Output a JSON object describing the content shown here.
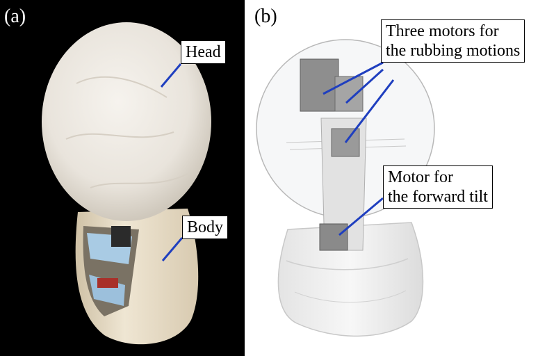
{
  "panels": {
    "a": {
      "label": "(a)",
      "callouts": {
        "head": "Head",
        "body": "Body"
      }
    },
    "b": {
      "label": "(b)",
      "callouts": {
        "motors_line1": "Three motors for",
        "motors_line2": "the rubbing motions",
        "tilt_line1": "Motor for",
        "tilt_line2": "the forward tilt"
      }
    }
  },
  "colors": {
    "leader": "#1f3fbf",
    "panel_a_bg": "#000000",
    "panel_b_bg": "#ffffff"
  }
}
